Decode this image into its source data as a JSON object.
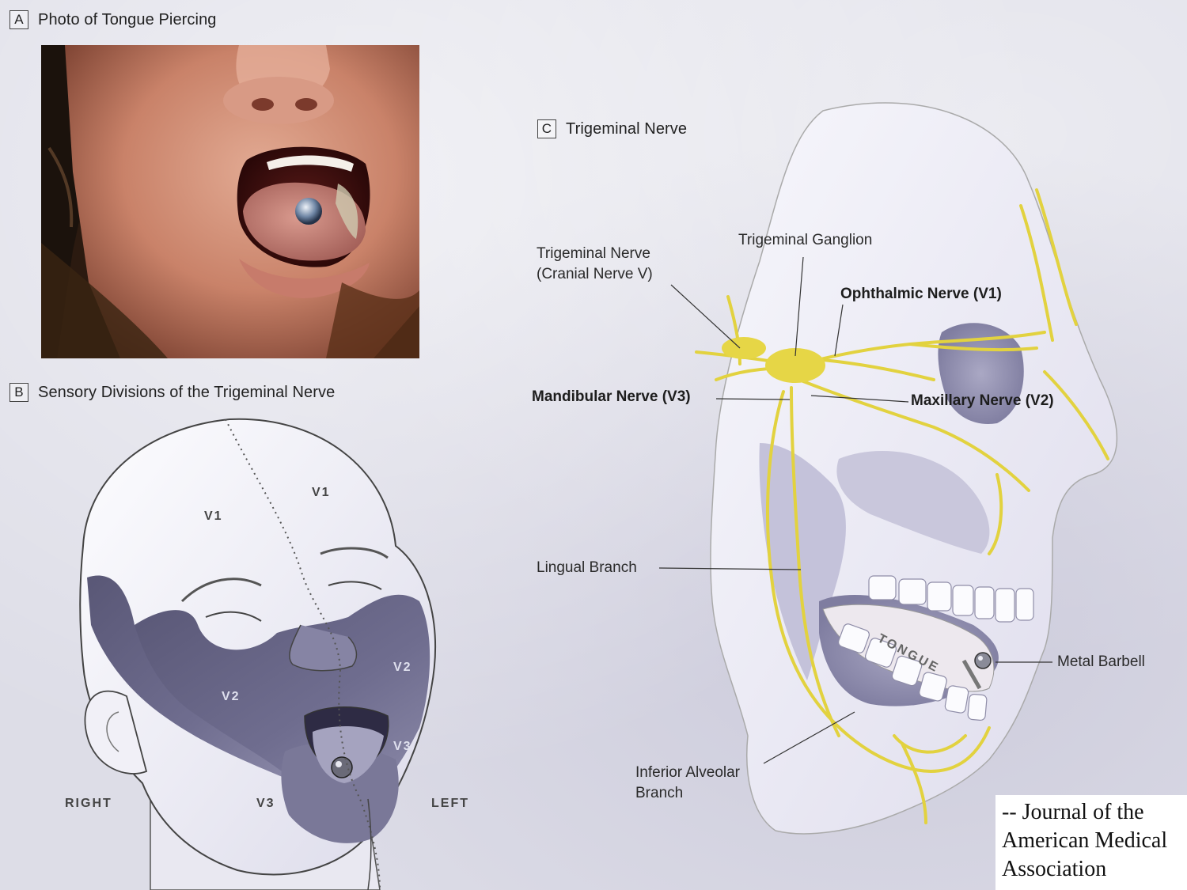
{
  "panels": {
    "a": {
      "letter": "A",
      "title": "Photo of Tongue Piercing"
    },
    "b": {
      "letter": "B",
      "title": "Sensory Divisions of the Trigeminal Nerve"
    },
    "c": {
      "letter": "C",
      "title": "Trigeminal Nerve"
    }
  },
  "face_regions": {
    "v1_left": "V1",
    "v1_right": "V1",
    "v2_right": "V2",
    "v2_left": "V2",
    "v3_left": "V3",
    "v3_chin": "V3",
    "side_right": "RIGHT",
    "side_left": "LEFT"
  },
  "nerve_labels": {
    "trigeminal_nerve_line1": "Trigeminal Nerve",
    "trigeminal_nerve_line2": "(Cranial Nerve V)",
    "trigeminal_ganglion": "Trigeminal Ganglion",
    "ophthalmic": "Ophthalmic Nerve (V1)",
    "mandibular": "Mandibular Nerve (V3)",
    "maxillary": "Maxillary Nerve (V2)",
    "lingual": "Lingual Branch",
    "tongue": "TONGUE",
    "metal_barbell": "Metal Barbell",
    "inferior_alveolar_line1": "Inferior Alveolar",
    "inferior_alveolar_line2": "Branch"
  },
  "credit": {
    "line1": "-- Journal of the",
    "line2": "American Medical",
    "line3": "Association"
  },
  "colors": {
    "nerve": "#e8d84a",
    "shadow_region": "#6e6c8c",
    "bone": "#f6f5fb",
    "background": "#dddde7"
  }
}
